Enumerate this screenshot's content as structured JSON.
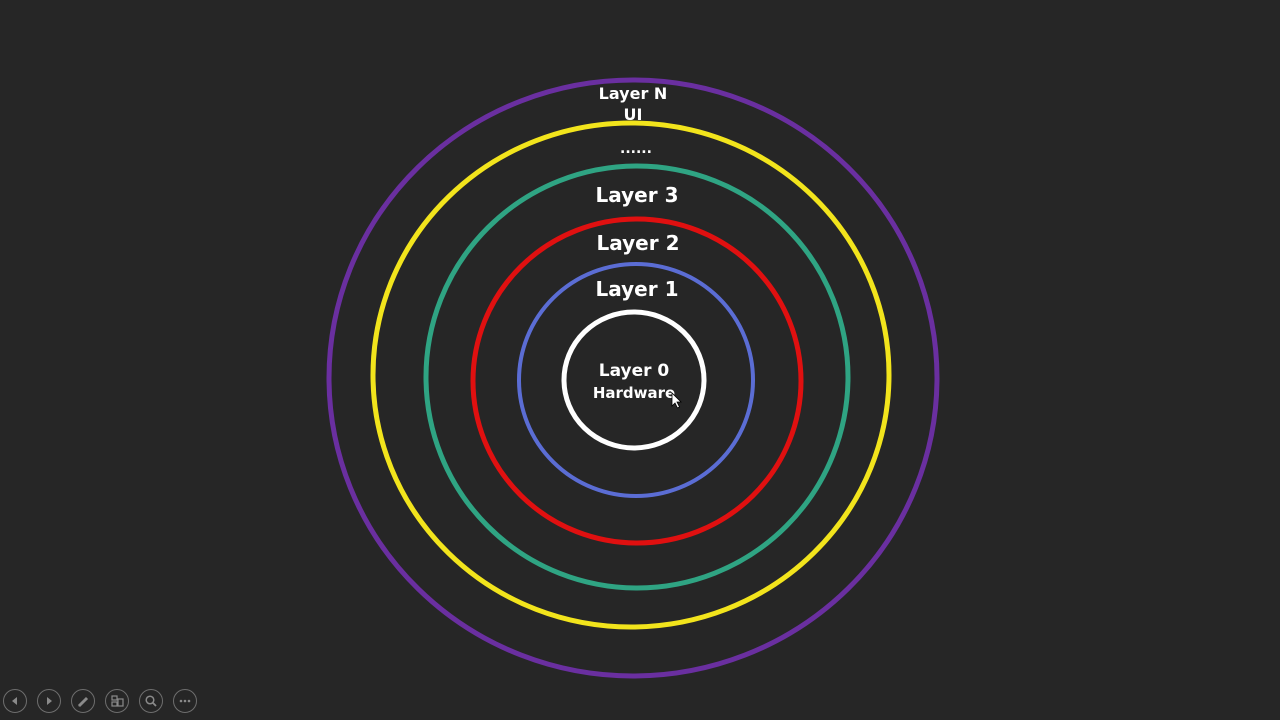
{
  "slide": {
    "background_color": "#262626",
    "rings": [
      {
        "label_line1": "Layer N",
        "label_line2": "UI",
        "color": "#6a2fa0"
      },
      {
        "label_line1": "......",
        "color": "#f2e41c"
      },
      {
        "label_line1": "Layer 3",
        "color": "#2fa483"
      },
      {
        "label_line1": "Layer 2",
        "color": "#e01010"
      },
      {
        "label_line1": "Layer 1",
        "color": "#5b6dd4"
      },
      {
        "label_line1": "Layer 0",
        "label_line2": "Hardware",
        "color": "#ffffff"
      }
    ]
  },
  "toolbar": {
    "buttons": [
      {
        "icon": "previous-slide-icon"
      },
      {
        "icon": "next-slide-icon"
      },
      {
        "icon": "pen-icon"
      },
      {
        "icon": "see-all-slides-icon"
      },
      {
        "icon": "zoom-icon"
      },
      {
        "icon": "more-options-icon"
      }
    ]
  }
}
